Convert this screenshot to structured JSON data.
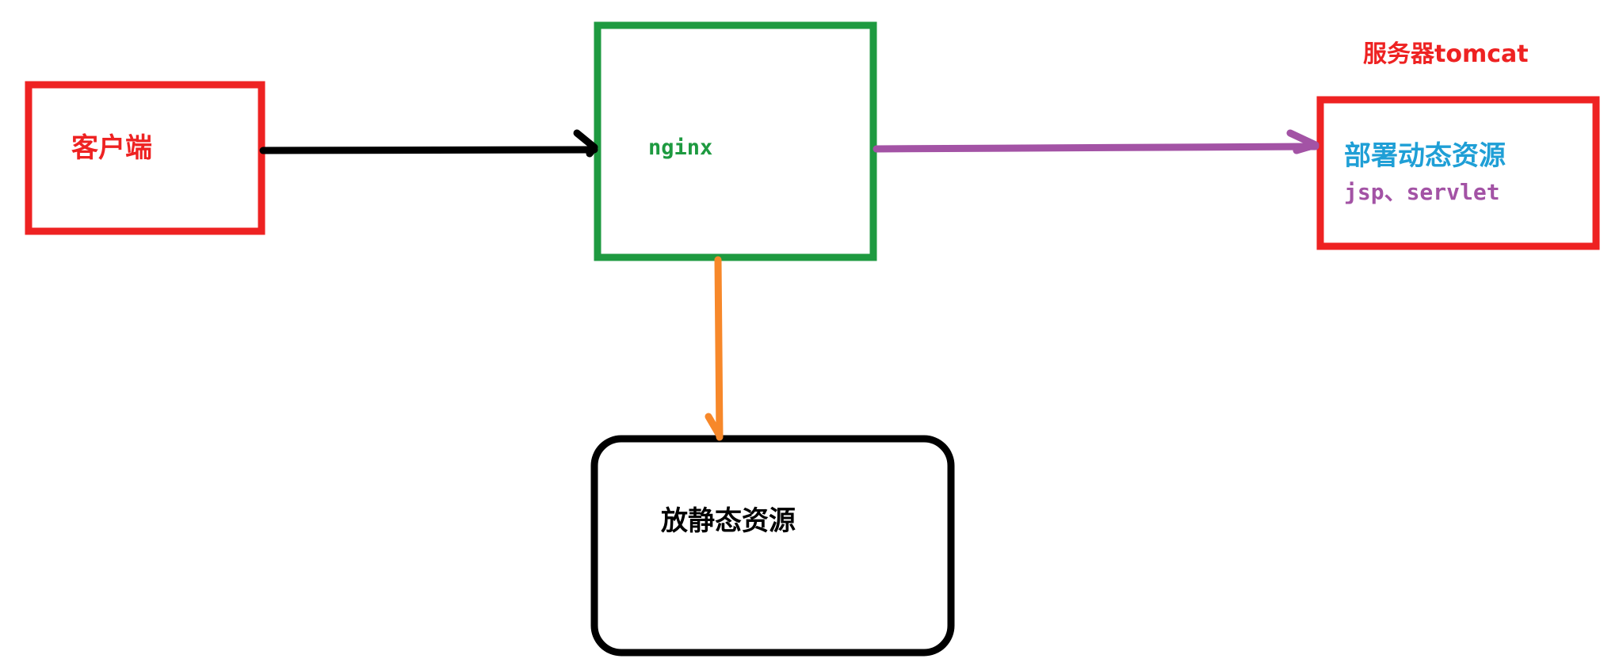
{
  "colors": {
    "client": "#ee2222",
    "nginx_box": "#1e9a40",
    "nginx_text": "#1e9a40",
    "server": "#ee2222",
    "server_title": "#ee2222",
    "dynamic_title": "#1f9fd6",
    "dynamic_sub": "#a353a5",
    "static_box": "#000000",
    "arrow_client_nginx": "#000000",
    "arrow_nginx_server": "#a353a5",
    "arrow_nginx_static": "#f7882a"
  },
  "client": {
    "label": "客户端"
  },
  "nginx": {
    "label": "nginx"
  },
  "server": {
    "title": "服务器tomcat",
    "label": "部署动态资源",
    "sublabel": "jsp、servlet"
  },
  "static": {
    "label": "放静态资源"
  }
}
